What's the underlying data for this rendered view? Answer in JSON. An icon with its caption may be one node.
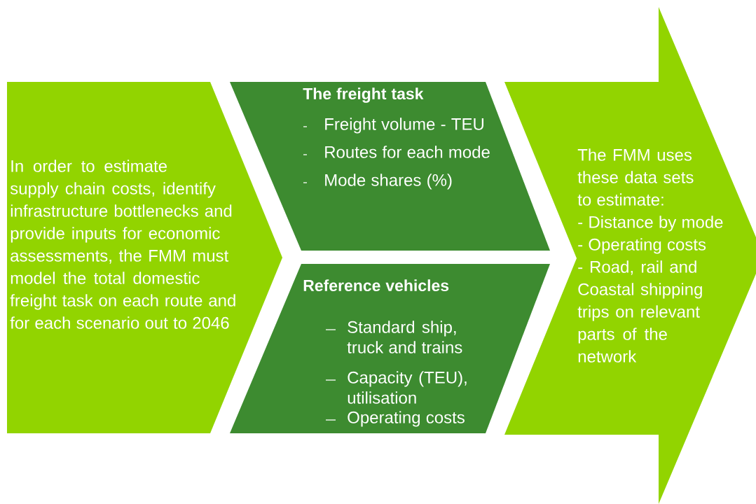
{
  "diagram": {
    "nodes": [
      {
        "text": [
          "In order to estimate supply chain costs, identify infrastructure bottlenecks and provide inputs for economic assessments, the FMM must model the total domestic freight task on each route and for each scenario out to 2046"
        ]
      },
      {
        "text": [
          "The freight task",
          "Freight volume - TEU",
          "Routes for each mode",
          "Mode shares (%)"
        ]
      },
      {
        "text": [
          "Reference vehicles",
          "Standard ship, truck and trains",
          "Capacity (TEU), utilisation",
          "Operating costs"
        ]
      },
      {
        "text": [
          "The FMM uses these data sets to estimate:",
          "- Distance by mode",
          "- Operating costs",
          "- Road, rail and Coastal shipping trips on relevant parts of the network"
        ]
      }
    ]
  }
}
